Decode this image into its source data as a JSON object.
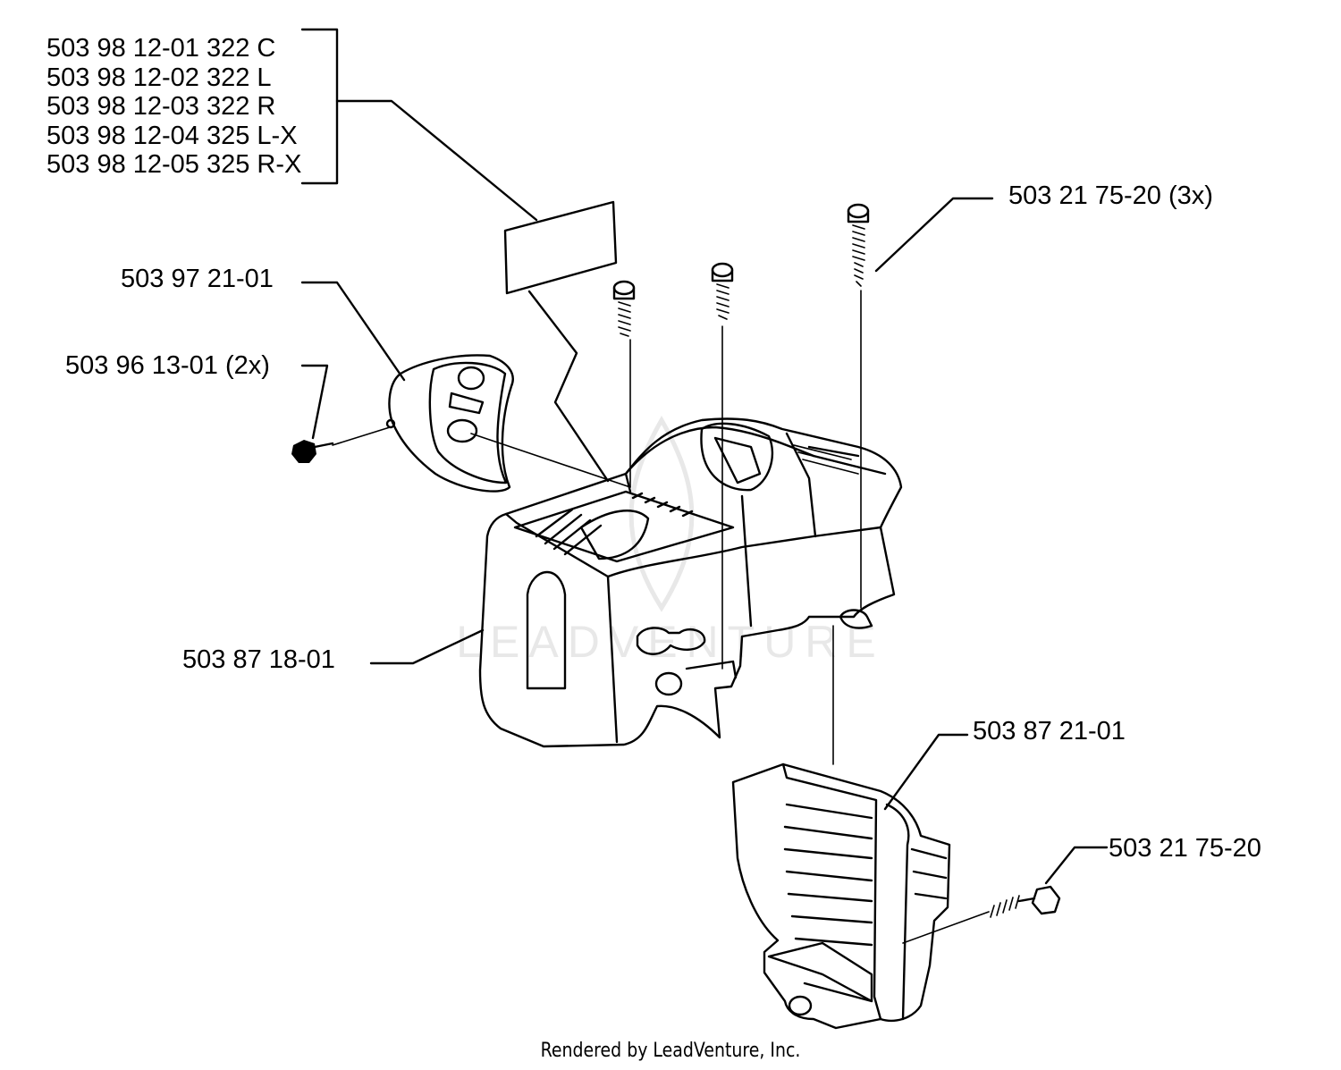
{
  "kit_parts": [
    "503 98 12-01 322 C",
    "503 98 12-02 322 L",
    "503 98 12-03 322 R",
    "503 98 12-04 325 L-X",
    "503 98 12-05 325 R-X"
  ],
  "callouts": {
    "screw_top_3x": "503 21 75-20 (3x)",
    "starter_cup": "503 97 21-01",
    "screw_2x": "503 96 13-01 (2x)",
    "cylinder_cover": "503 87 18-01",
    "side_cover": "503 87 21-01",
    "screw_side": "503 21 75-20"
  },
  "watermark": "LEADVENTURE",
  "footer": "Rendered by LeadVenture, Inc."
}
